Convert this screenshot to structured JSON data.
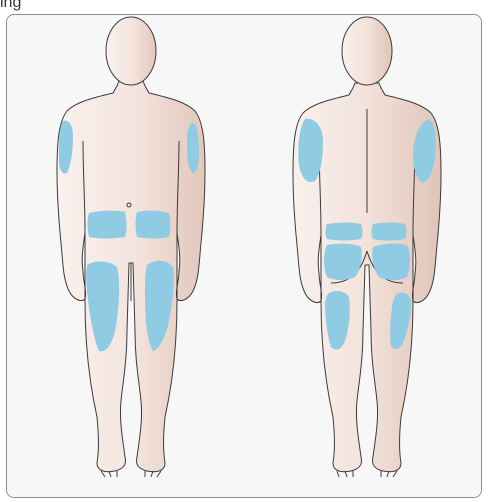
{
  "caption": "ing",
  "colors": {
    "skin_light": "#f7ece7",
    "skin_dark": "#e5cbc0",
    "outline": "#3a3a3a",
    "injection_zone": "#8fcbe2",
    "panel_border": "#8c8c8c",
    "panel_bg": "#f7f7f7"
  },
  "figures": [
    {
      "view": "front",
      "zones": [
        "left-upper-arm",
        "right-upper-arm",
        "left-abdomen",
        "right-abdomen",
        "left-thigh-front",
        "right-thigh-front"
      ]
    },
    {
      "view": "back",
      "zones": [
        "left-upper-arm-back",
        "right-upper-arm-back",
        "left-upper-buttock",
        "right-upper-buttock",
        "left-buttock",
        "right-buttock",
        "left-thigh-back",
        "right-thigh-back"
      ]
    }
  ]
}
